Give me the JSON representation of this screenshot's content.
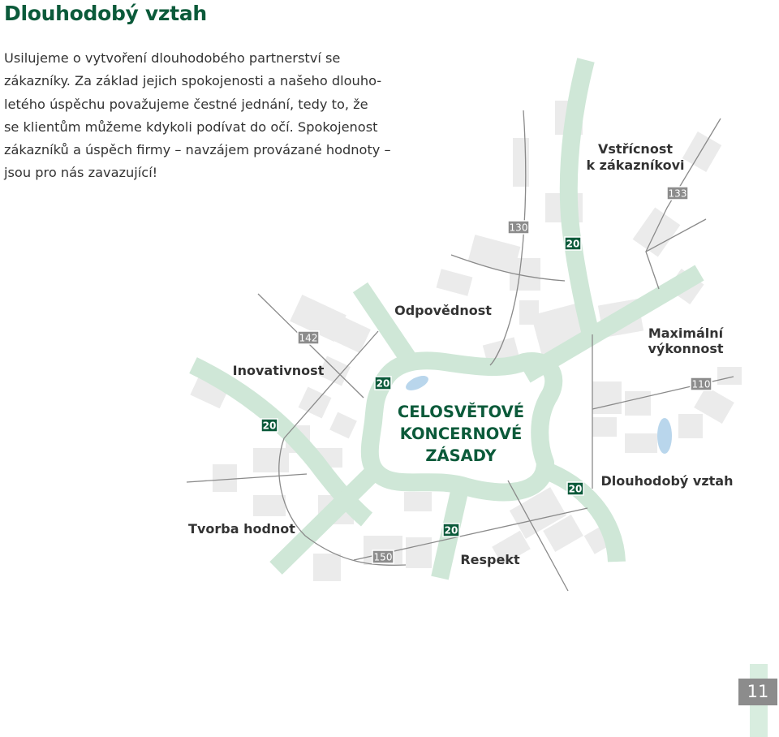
{
  "title": "Dlouhodobý vztah",
  "intro_lines": [
    "Usilujeme o vytvoření dlouhodobého partnerství se",
    "zákazníky. Za základ jejich spokojenosti a našeho dlouho-",
    "letého úspěchu považujeme čestné jednání, tedy to, že",
    "se klientům můžeme kdykoli podívat do očí. Spokojenost",
    "zákazníků a úspěch firmy – navzájem provázané hodnoty –",
    "jsou pro nás zavazující!"
  ],
  "center": [
    "CELOSVĚTOVÉ",
    "KONCERNOVÉ",
    "ZÁSADY"
  ],
  "values": {
    "odpovednost": "Odpovědnost",
    "vstricnost_1": "Vstřícnost",
    "vstricnost_2": "k zákazníkovi",
    "maximalni_1": "Maximální",
    "maximalni_2": "výkonnost",
    "dlouhodoby": "Dlouhodobý vztah",
    "respekt": "Respekt",
    "tvorba": "Tvorba hodnot",
    "inovativnost": "Inovativnost"
  },
  "signs": {
    "green": "20",
    "grey_133": "133",
    "grey_130": "130",
    "grey_142": "142",
    "grey_110": "110",
    "grey_150": "150"
  },
  "page_number": "11",
  "colors": {
    "green_dark": "#0b5a3a",
    "road_green": "#cfe7d7",
    "building_grey": "#ebebeb",
    "street_grey": "#8a8a8a",
    "water_blue": "#b9d6ec",
    "sign_grey": "#8c8c8c"
  }
}
